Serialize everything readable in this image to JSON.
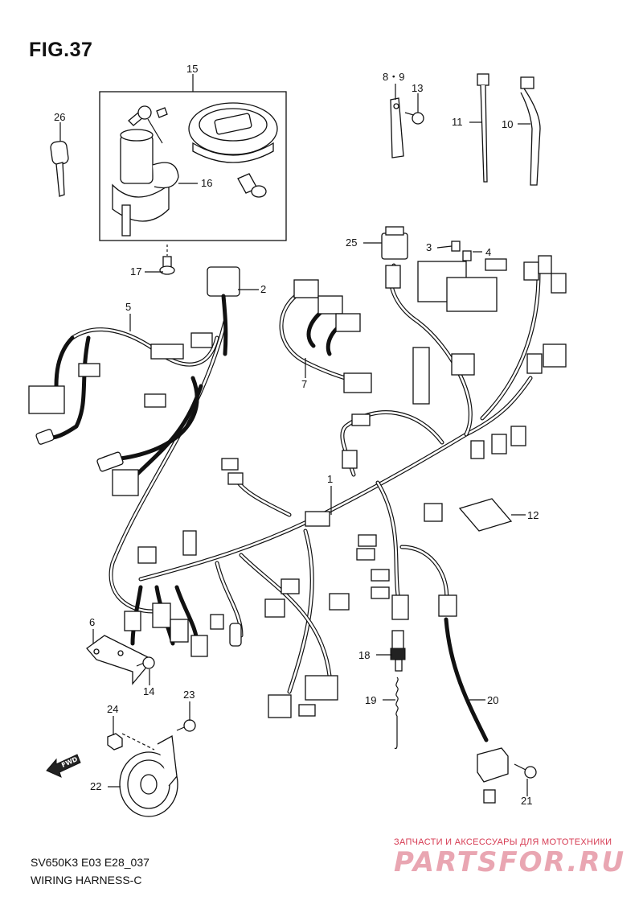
{
  "figure": {
    "title": "FIG.37",
    "code": "SV650K3 E03 E28_037",
    "caption": "WIRING HARNESS-C"
  },
  "callouts": [
    {
      "id": "15",
      "label": "15"
    },
    {
      "id": "26",
      "label": "26"
    },
    {
      "id": "16",
      "label": "16"
    },
    {
      "id": "17",
      "label": "17"
    },
    {
      "id": "8-9",
      "label": "8・9"
    },
    {
      "id": "13",
      "label": "13"
    },
    {
      "id": "11",
      "label": "11"
    },
    {
      "id": "10",
      "label": "10"
    },
    {
      "id": "25",
      "label": "25"
    },
    {
      "id": "3",
      "label": "3"
    },
    {
      "id": "4",
      "label": "4"
    },
    {
      "id": "2",
      "label": "2"
    },
    {
      "id": "5",
      "label": "5"
    },
    {
      "id": "7",
      "label": "7"
    },
    {
      "id": "1",
      "label": "1"
    },
    {
      "id": "12",
      "label": "12"
    },
    {
      "id": "6",
      "label": "6"
    },
    {
      "id": "14",
      "label": "14"
    },
    {
      "id": "18",
      "label": "18"
    },
    {
      "id": "19",
      "label": "19"
    },
    {
      "id": "20",
      "label": "20"
    },
    {
      "id": "23",
      "label": "23"
    },
    {
      "id": "24",
      "label": "24"
    },
    {
      "id": "22",
      "label": "22"
    },
    {
      "id": "21",
      "label": "21"
    }
  ],
  "forward_arrow": {
    "label": "FWD"
  },
  "watermark": {
    "tagline": "ЗАПЧАСТИ И АКСЕССУАРЫ ДЛЯ МОТОТЕХНИКИ",
    "brand": "PARTSFOR.RU"
  }
}
